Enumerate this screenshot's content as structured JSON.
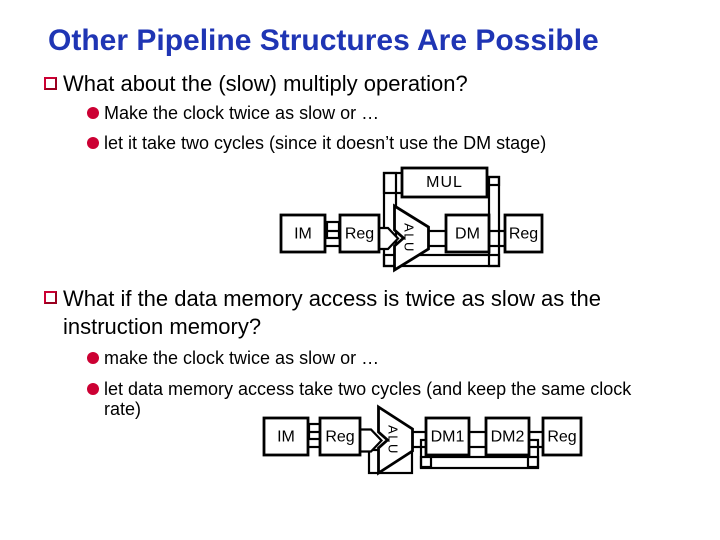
{
  "slide": {
    "title": "Other Pipeline Structures Are Possible"
  },
  "sections": [
    {
      "bullet": "What about the (slow) multiply operation?",
      "subs": [
        "Make the clock twice as slow or …",
        "let it take two cycles (since it doesn’t use the DM stage)"
      ]
    },
    {
      "bullet": "What if the data memory access is twice as slow as the instruction memory?",
      "subs": [
        "make the clock twice as slow or …",
        "let data memory access take two cycles (and keep the same clock rate)"
      ]
    }
  ],
  "diagram1": {
    "labels": {
      "im": "IM",
      "reg_left": "Reg",
      "mul": "MUL",
      "alu": "ALU",
      "dm": "DM",
      "reg_right": "Reg"
    }
  },
  "diagram2": {
    "labels": {
      "im": "IM",
      "reg_left": "Reg",
      "alu": "ALU",
      "dm1": "DM1",
      "dm2": "DM2",
      "reg_right": "Reg"
    }
  },
  "colors": {
    "title_blue": "#1f35b4",
    "bullet_red": "#cc0033",
    "line_black": "#000000",
    "background": "#ffffff"
  }
}
